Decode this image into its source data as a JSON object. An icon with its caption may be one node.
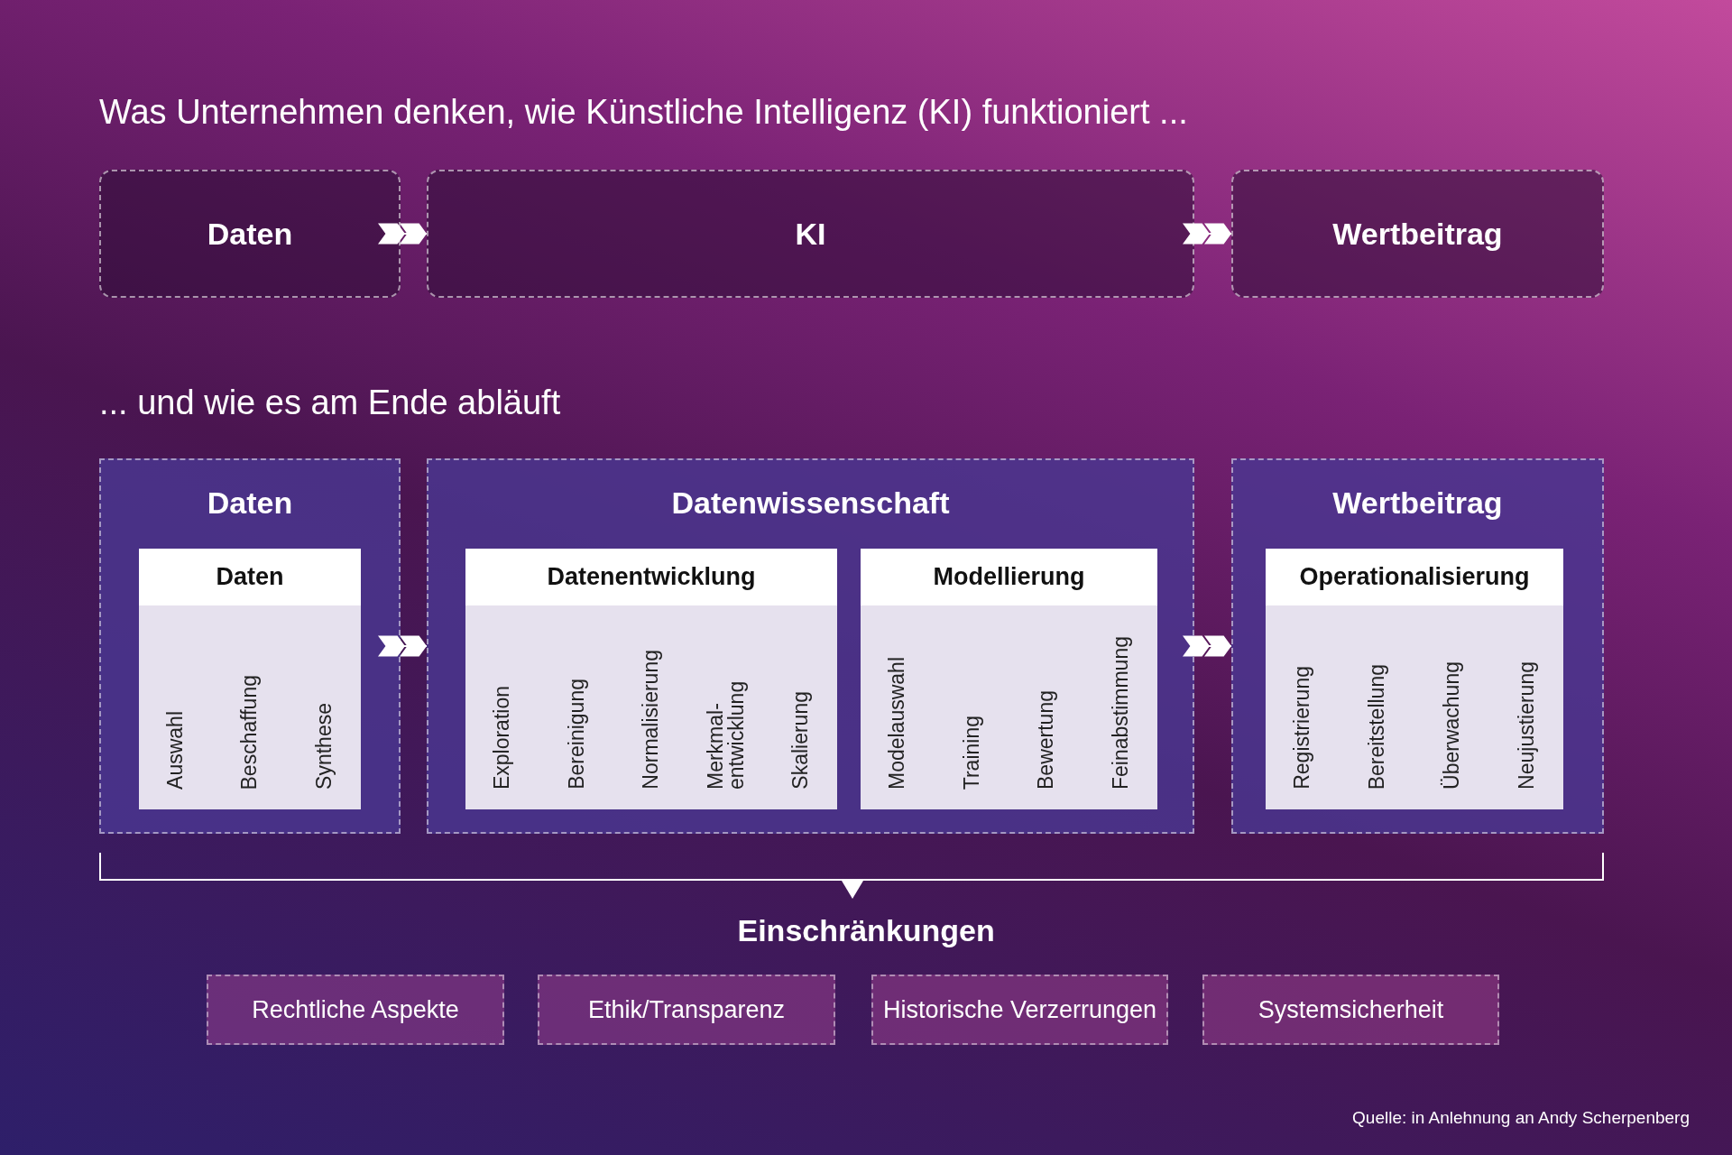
{
  "diagram": {
    "title": "Was Unternehmen denken, wie Künstliche Intelligenz (KI) funktioniert ...",
    "caption": "Quelle: in Anlehnung an Andy Scherpenberg",
    "nodes": [
      {
        "text": [
          "Daten"
        ]
      },
      {
        "text": [
          "KI"
        ]
      },
      {
        "text": [
          "Wertbeitrag"
        ]
      },
      {
        "text": [
          "Daten"
        ]
      },
      {
        "text": [
          "Daten"
        ],
        "in": 3
      },
      {
        "text": [
          "Auswahl"
        ],
        "in": 4
      },
      {
        "text": [
          "Beschaffung"
        ],
        "in": 4
      },
      {
        "text": [
          "Synthese"
        ],
        "in": 4
      },
      {
        "text": [
          "Datenwissenschaft"
        ]
      },
      {
        "text": [
          "Datenentwicklung"
        ],
        "in": 8
      },
      {
        "text": [
          "Exploration"
        ],
        "in": 9
      },
      {
        "text": [
          "Bereinigung"
        ],
        "in": 9
      },
      {
        "text": [
          "Normalisierung"
        ],
        "in": 9
      },
      {
        "text": [
          "Merkmal- entwicklung"
        ],
        "in": 9
      },
      {
        "text": [
          "Skalierung"
        ],
        "in": 9
      },
      {
        "text": [
          "Modellierung"
        ],
        "in": 8
      },
      {
        "text": [
          "Modelauswahl"
        ],
        "in": 15
      },
      {
        "text": [
          "Training"
        ],
        "in": 15
      },
      {
        "text": [
          "Bewertung"
        ],
        "in": 15
      },
      {
        "text": [
          "Feinabstimmung"
        ],
        "in": 15
      },
      {
        "text": [
          "Wertbeitrag"
        ]
      },
      {
        "text": [
          "Operationalisierung"
        ],
        "in": 20
      },
      {
        "text": [
          "Registrierung"
        ],
        "in": 21
      },
      {
        "text": [
          "Bereitstellung"
        ],
        "in": 21
      },
      {
        "text": [
          "Überwachung"
        ],
        "in": 21
      },
      {
        "text": [
          "Neujustierung"
        ],
        "in": 21
      },
      {
        "text": [
          "Rechtliche Aspekte"
        ]
      },
      {
        "text": [
          "Ethik/Transparenz"
        ]
      },
      {
        "text": [
          "Historische Verzerrungen"
        ]
      },
      {
        "text": [
          "Systemsicherheit"
        ]
      }
    ],
    "edges": [
      {
        "from": 0,
        "to": 1,
        "arrow": "to"
      },
      {
        "from": 1,
        "to": 2,
        "arrow": "to"
      },
      {
        "from": 3,
        "to": 8,
        "arrow": "to"
      },
      {
        "from": 8,
        "to": 20,
        "arrow": "to"
      }
    ],
    "labels": [
      "... und wie es am Ende abläuft",
      "Einschränkungen"
    ]
  }
}
